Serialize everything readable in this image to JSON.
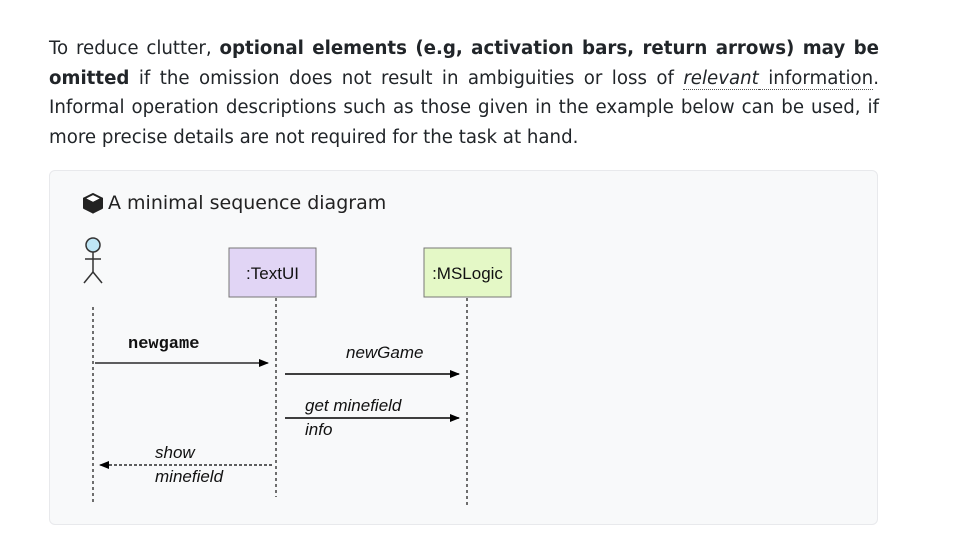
{
  "paragraph": {
    "lead": "To reduce clutter, ",
    "bold": "optional elements (e.g, activation bars, return arrows) may be omitted",
    "mid": " if the omission does not result in ambiguities or loss of ",
    "link_italic": "relevant",
    "link_plain": " information",
    "rest": ". Informal operation descriptions such as those given in the example below can be used, if more precise details are not required for the task at hand."
  },
  "box": {
    "title": "A minimal sequence diagram",
    "icon": "package-icon"
  },
  "diagram": {
    "participants": [
      {
        "label": ":TextUI",
        "fill": "#e1d5f5"
      },
      {
        "label": ":MSLogic",
        "fill": "#e4f8c6"
      }
    ],
    "actor_color": "#bfe6f5",
    "messages": [
      {
        "label": "newgame"
      },
      {
        "label": "newGame"
      },
      {
        "label_line1": "get minefield",
        "label_line2": "info"
      },
      {
        "label_line1": "show",
        "label_line2": "minefield"
      }
    ]
  }
}
